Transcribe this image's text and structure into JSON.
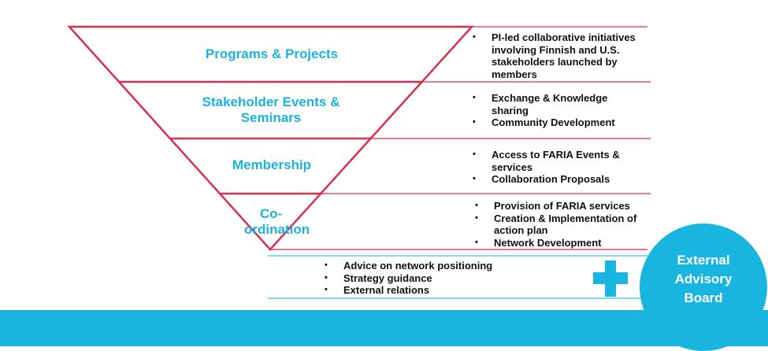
{
  "colors": {
    "pyramid_outline": "#d8314f",
    "accent_blue": "#17b5df",
    "label_blue": "#1ab3dc",
    "text": "#111111",
    "divider_teal": "#3cc0dd"
  },
  "tiers": [
    {
      "label": "Programs & Projects",
      "bullets": [
        "PI-led collaborative initiatives involving Finnish and U.S. stakeholders launched by members"
      ]
    },
    {
      "label": "Stakeholder Events & Seminars",
      "bullets": [
        "Exchange & Knowledge sharing",
        "Community Development"
      ]
    },
    {
      "label": "Membership",
      "bullets": [
        "Access to FARIA Events & services",
        "Collaboration Proposals"
      ]
    },
    {
      "label": "Co-ordination",
      "bullets": [
        "Provision of FARIA services",
        "Creation & Implementation of action plan",
        "Network Development"
      ]
    }
  ],
  "advisory": {
    "bullets": [
      "Advice on network positioning",
      "Strategy guidance",
      "External relations"
    ],
    "plus_icon": "plus-icon",
    "circle_label": "External\nAdvisory\nBoard"
  }
}
